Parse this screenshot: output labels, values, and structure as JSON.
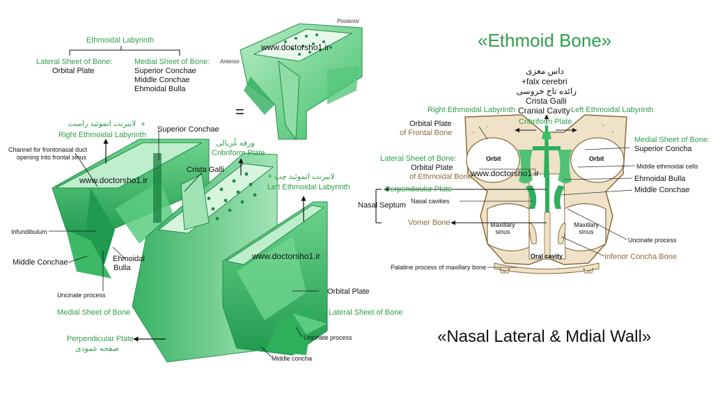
{
  "colors": {
    "label_green": "#2e9e4a",
    "bone_green": "#3fbf6a",
    "bone_light": "#a8e6b8",
    "bone_dark": "#1f8a46",
    "sinus_bone": "#e8d7b8",
    "sinus_border": "#8a6a3a"
  },
  "left_diagram": {
    "hierarchy": {
      "root": "Ethmoidal Labyrinth",
      "lateral_title": "Lateral Sheet of Bone:",
      "lateral_item": "Orbital Plate",
      "medial_title": "Medial Sheet of Bone:",
      "medial_items": [
        "Superior  Conchae",
        "Middle Conchae",
        "Ehmoidal Bulla"
      ]
    },
    "equals": "=",
    "watermark": "www.doctorsho1.ir",
    "orientation_posterior": "Posterior",
    "orientation_anterior": "Anterior",
    "labels": {
      "right_labyrinth_fa": "لابیرنت اتموئید راست",
      "plus": "+",
      "right_labyrinth": "Right Ethmoidal Labyrinth",
      "superior_conchae": "Superior  Conchae",
      "channel_line1": "Channel for frontonasal duct",
      "channel_line2": "opening into frontal sinus",
      "cribriform_fa": "ورقه غُربالی",
      "cribriform": "Cribriform Plate",
      "crista_galli": "Crista Galli",
      "left_labyrinth_fa": "لابیرنت اتموئید چپ",
      "left_labyrinth": "Left Ethmoidal Labyrinth",
      "infundibulum": "Infundibulum",
      "middle_conchae": "Middle Conchae",
      "ethmoidal": "Ehmoidal",
      "bulla": "Bulla",
      "uncinate_process": "Uncinate process",
      "medial_sheet": "Medial Sheet of Bone",
      "orbital_plate": "Orbital Plate",
      "lateral_sheet": "Lateral Sheet of Bone",
      "perpendicular_plate": "Perpendicular Plate",
      "perpendicular_fa": "صفحه عمودی",
      "uncinate_process2": "Uncinate process",
      "middle_concha": "Middle concha"
    }
  },
  "right_diagram": {
    "title": "«Ethmoid Bone»",
    "bottom_title": "«Nasal Lateral & Mdial Wall»",
    "watermark": "www.doctorsho1.ir",
    "top_labels": [
      "داس مغزی",
      "+falx cerebri",
      "زائده تاج خروسی",
      "Crista Galli",
      "Cranial Cavity"
    ],
    "labels": {
      "right_labyrinth": "Right Ethmoidal Labyrinth",
      "left_labyrinth": "Left Ethmoidal Labyrinth",
      "cribriform": "Cribriform Plate",
      "orbital_plate_frontal_1": "Orbital Plate",
      "orbital_plate_frontal_2": "of Frontal Bone",
      "medial_sheet_title": "Medial Sheet of Bone:",
      "superior_concha": "Superior Concha",
      "orbit_left": "Orbit",
      "orbit_right": "Orbit",
      "middle_ethmoidal_cells": "Middle ethmoidal cells",
      "lateral_sheet_title": "Lateral Sheet of Bone:",
      "orbital_plate_ethmoid_1": "Orbital Plate",
      "orbital_plate_ethmoid_2": "of Ethmoidal Bone",
      "ethmoidal_bulla": "Ehmoidal Bulla",
      "middle_conchae": "Middle Conchae",
      "perpendicular_plate": "Perpendicular Plate",
      "nasal_septum": "Nasal Septum",
      "nasal_cavities": "Nasal cavities",
      "vomer_bone": "Vomer Bone",
      "maxillary_sinus_left_1": "Maxillary",
      "maxillary_sinus_left_2": "sinus",
      "maxillary_sinus_right_1": "Maxillary",
      "maxillary_sinus_right_2": "sinus",
      "uncinate_process": "Uncinate process",
      "oral_cavity": "Oral cavity",
      "inferior_concha": "Inferior Concha Bone",
      "palatine_process": "Palatine process of maxillary bone"
    }
  }
}
